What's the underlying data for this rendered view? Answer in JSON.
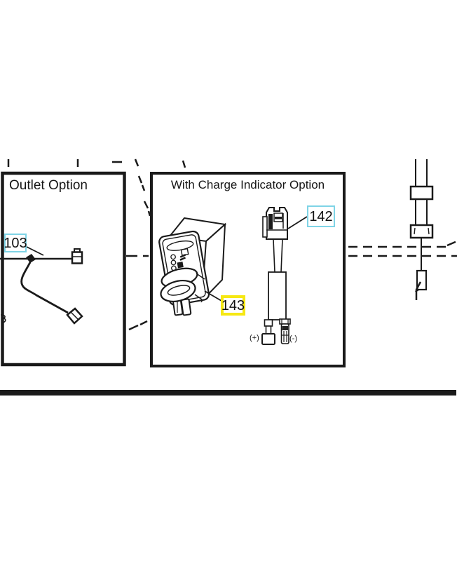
{
  "diagram": {
    "background": "#ffffff",
    "line_color": "#1a1a1a",
    "outlet_panel": {
      "title": "Outlet Option",
      "callout_103": {
        "label": "103",
        "highlight": "#7fd4e6"
      }
    },
    "charge_panel": {
      "title": "With Charge Indicator Option",
      "callout_142": {
        "label": "142",
        "highlight": "#7fd4e6"
      },
      "callout_143": {
        "label": "143",
        "highlight": "#f6e813"
      },
      "positive_terminal": "(+)",
      "negative_terminal": "(-)"
    }
  }
}
